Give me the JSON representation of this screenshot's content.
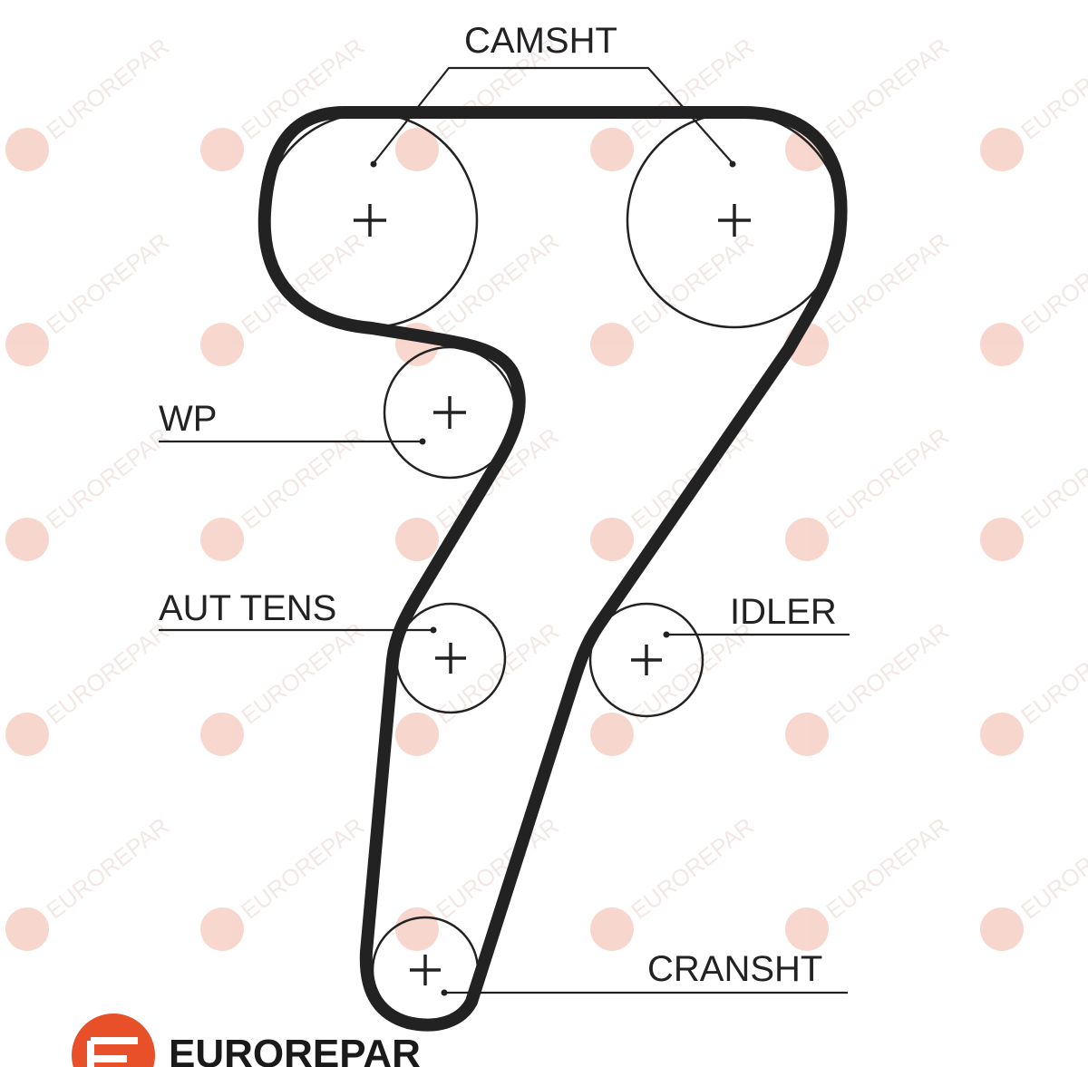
{
  "labels": {
    "camshaft": "CAMSHT",
    "water_pump": "WP",
    "auto_tensioner": "AUT TENS",
    "idler": "IDLER",
    "crankshaft": "CRANSHT"
  },
  "brand": {
    "name": "EUROREPAR",
    "logo_color": "#e8502a"
  },
  "watermark": {
    "text": "EUROREPAR",
    "color": "#f2b8a6"
  },
  "colors": {
    "belt": "#222222",
    "pulley": "#222222",
    "leader": "#222222"
  }
}
